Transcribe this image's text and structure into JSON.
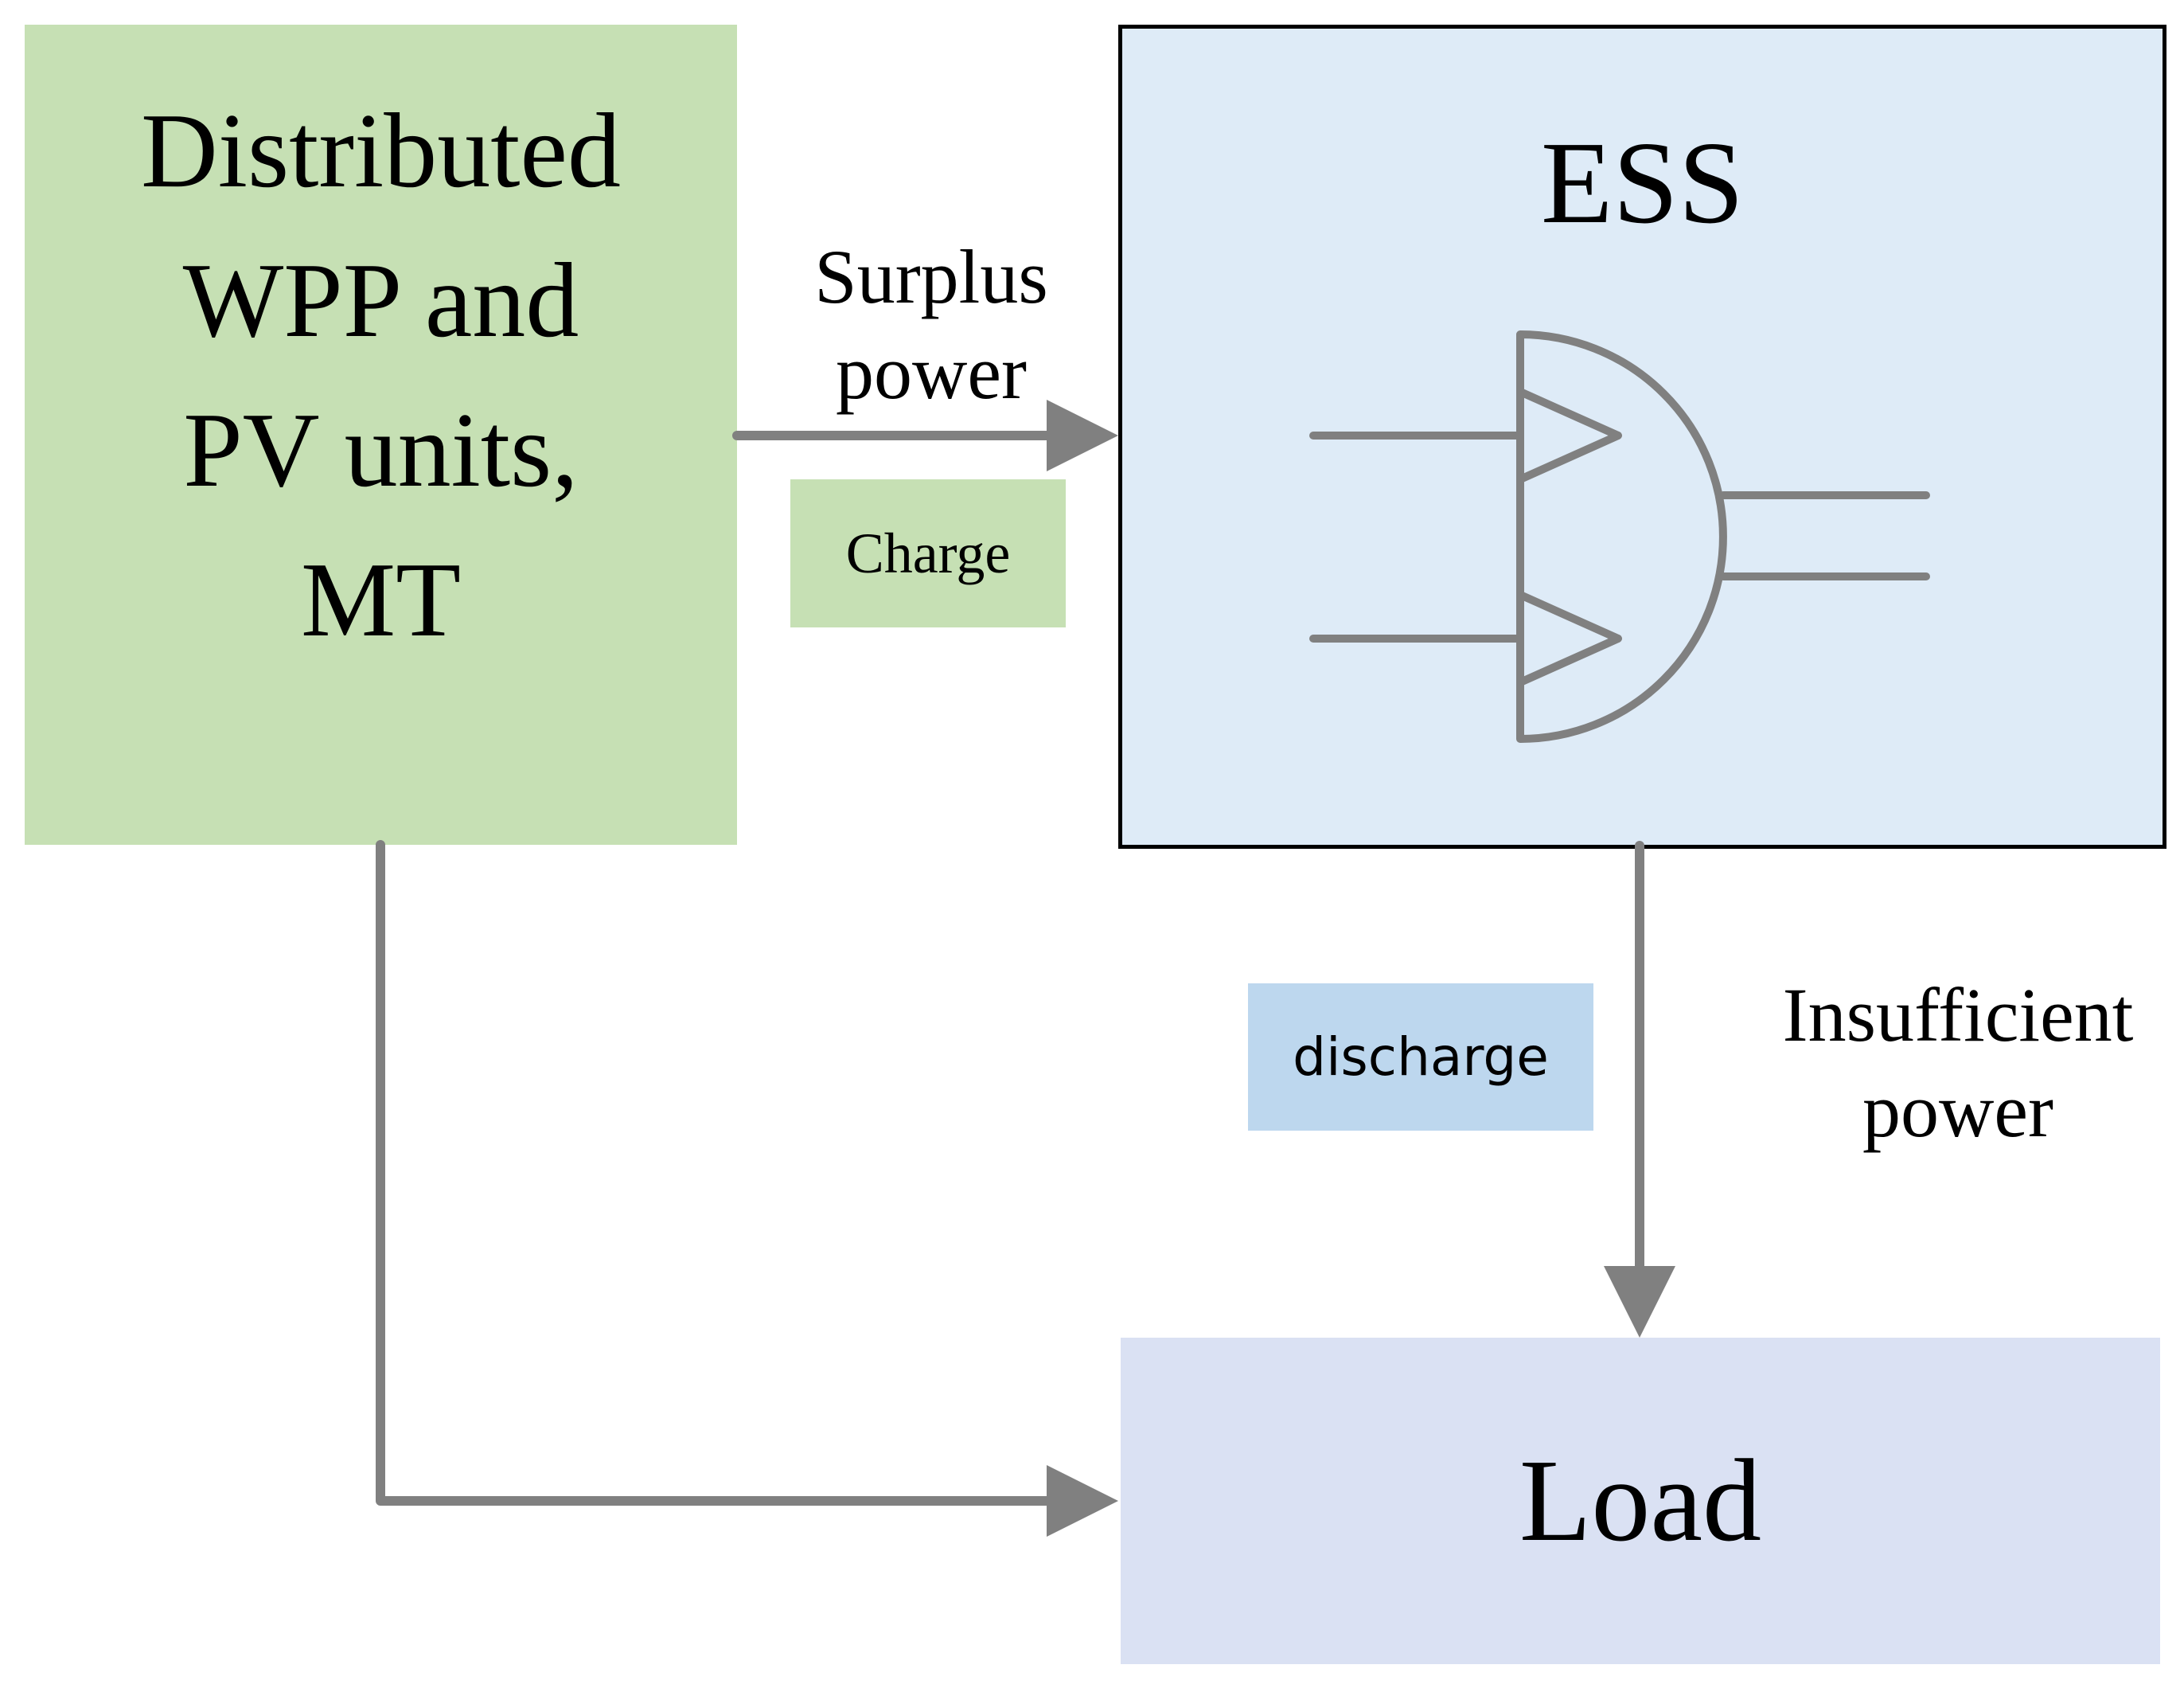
{
  "diagram": {
    "source_block": {
      "label": "Distributed\nWPP and\nPV units,\nMT"
    },
    "ess_block": {
      "title": "ESS"
    },
    "load_block": {
      "label": "Load"
    },
    "edges": {
      "source_to_ess": {
        "label": "Surplus\npower",
        "tag": "Charge"
      },
      "ess_to_load": {
        "label": "Insufficient\npower",
        "tag": "discharge"
      },
      "source_to_load": {
        "label": ""
      }
    },
    "icons": {
      "ess_symbol": "storage-gate-icon"
    },
    "colors": {
      "source_fill": "#c6e0b4",
      "ess_fill": "#deebf7",
      "load_fill": "#dae1f3",
      "charge_tag_fill": "#c6e0b4",
      "discharge_tag_fill": "#bdd7ee",
      "connector": "#808080"
    }
  }
}
